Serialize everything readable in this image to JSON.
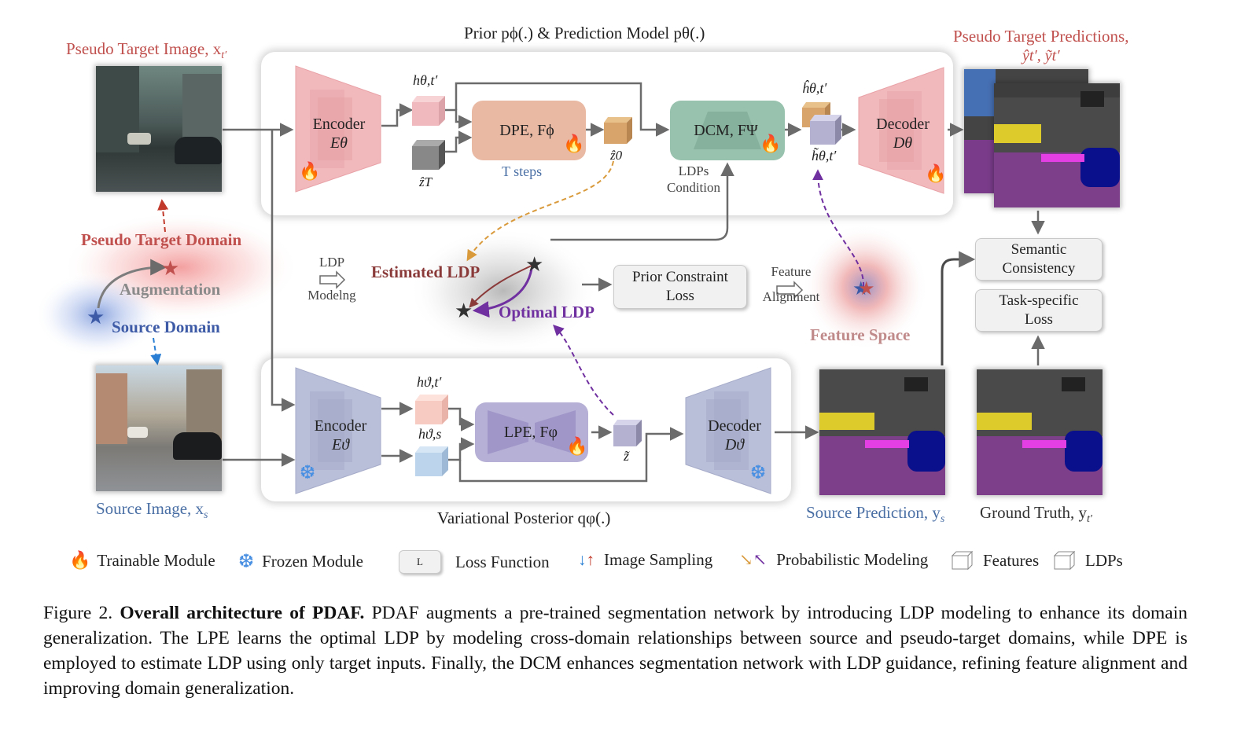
{
  "top_title": "Prior pϕ(.) & Prediction Model pθ(.)",
  "bottom_title": "Variational Posterior qφ(.)",
  "left": {
    "pseudo_target_image": "Pseudo Target Image, x",
    "pseudo_target_image_sub": "t′",
    "pseudo_target_domain": "Pseudo Target Domain",
    "augmentation": "Augmentation",
    "source_domain": "Source Domain",
    "source_image": "Source Image, x",
    "source_image_sub": "s"
  },
  "top": {
    "encoder": "Encoder",
    "encoder_sym": "Eθ",
    "h_theta": "hθ,t′",
    "z_T": "ẑT",
    "dpe": "DPE, Fϕ",
    "t_steps": "T steps",
    "z0": "ẑ0",
    "dcm": "DCM, FΨ",
    "ldps_condition_1": "LDPs",
    "ldps_condition_2": "Condition",
    "h_hat": "ĥθ,t′",
    "h_tilde": "h̃θ,t′",
    "decoder": "Decoder",
    "decoder_sym": "Dθ"
  },
  "middle": {
    "ldp_modeling_1": "LDP",
    "ldp_modeling_2": "Modelng",
    "estimated_ldp": "Estimated LDP",
    "optimal_ldp": "Optimal LDP",
    "prior_constraint_1": "Prior Constraint",
    "prior_constraint_2": "Loss",
    "feature_alignment_1": "Feature",
    "feature_alignment_2": "Alignment",
    "feature_space": "Feature Space"
  },
  "bottom": {
    "encoder": "Encoder",
    "encoder_sym": "Eϑ",
    "h_vt": "hϑ,t′",
    "h_vs": "hϑ,s",
    "lpe": "LPE, Fφ",
    "z_tilde": "z̃",
    "decoder": "Decoder",
    "decoder_sym": "Dϑ"
  },
  "right": {
    "pseudo_target_predictions": "Pseudo Target Predictions,",
    "pseudo_target_predictions_sym": "ŷt′, ỹt′",
    "semantic_consistency_1": "Semantic",
    "semantic_consistency_2": "Consistency",
    "task_loss_1": "Task-specific",
    "task_loss_2": "Loss",
    "source_prediction": "Source Prediction, y",
    "source_prediction_sub": "s",
    "ground_truth": "Ground Truth, y",
    "ground_truth_sub": "t′"
  },
  "legend": {
    "trainable": "Trainable Module",
    "frozen": "Frozen Module",
    "loss_box": "L",
    "loss": "Loss Function",
    "image_sampling": "Image Sampling",
    "probabilistic": "Probabilistic Modeling",
    "features": "Features",
    "ldps": "LDPs"
  },
  "caption": {
    "prefix": "Figure 2.",
    "bold": "Overall architecture of PDAF.",
    "text": "PDAF augments a pre-trained segmentation network by introducing LDP modeling to enhance its domain generalization.  The LPE learns the optimal LDP by modeling cross-domain relationships between source and pseudo-target domains, while DPE is employed to estimate LDP using only target inputs.  Finally, the DCM enhances segmentation network with LDP guidance, refining feature alignment and improving domain generalization."
  },
  "colors": {
    "red_text": "#c0504d",
    "blue_text": "#4a6fa5",
    "purple": "#7030a0",
    "orange_dash": "#d99a3c",
    "flame": "#e53935",
    "snow": "#4a90e2"
  }
}
